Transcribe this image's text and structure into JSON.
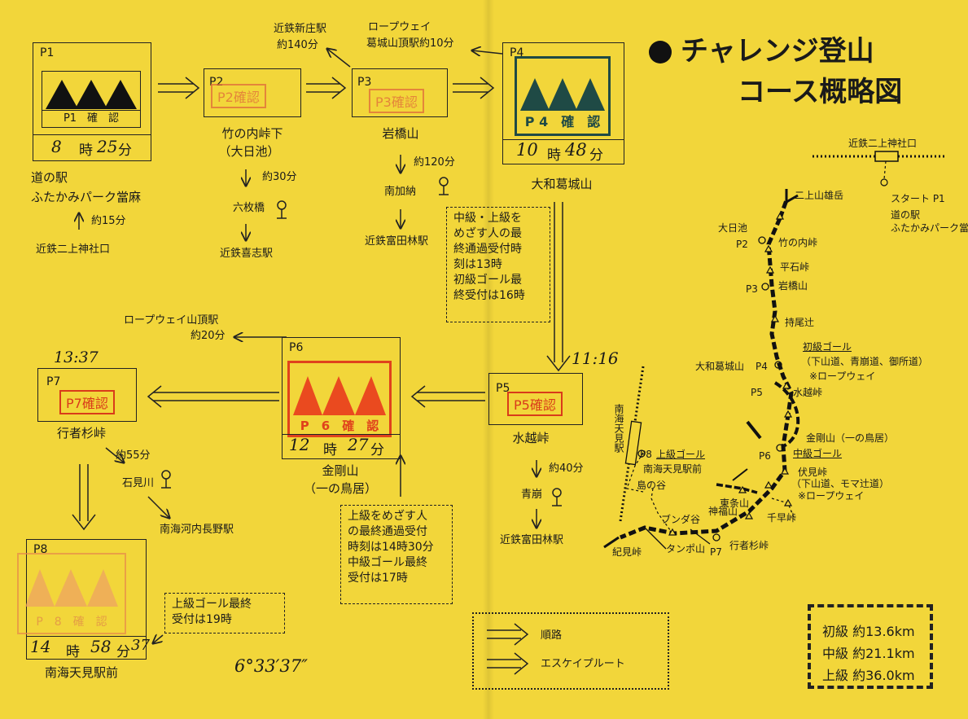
{
  "title": {
    "line1": "チャレンジ登山",
    "line2": "コース概略図"
  },
  "p1": {
    "label": "P1",
    "confirm": "P1　確　認",
    "time": "時",
    "min": "分",
    "hand_hour": "8",
    "hand_min": "25",
    "name1": "道の駅",
    "name2": "ふたかみパーク當麻",
    "from_dist": "約15分",
    "from_station": "近鉄二上神社口"
  },
  "p2": {
    "label": "P2",
    "stamp": "P2確認",
    "name1": "竹の内峠下",
    "name2": "（大日池）",
    "dist": "約30分",
    "via": "六枚橋",
    "station": "近鉄喜志駅"
  },
  "p3": {
    "label": "P3",
    "stamp": "P3確認",
    "name": "岩橋山",
    "dist": "約120分",
    "via": "南加納",
    "station": "近鉄富田林駅",
    "up1": "近鉄新庄駅",
    "up1_dist": "約140分",
    "up2a": "ロープウェイ",
    "up2b": "葛城山頂駅約10分"
  },
  "p4": {
    "label": "P4",
    "confirm": "P 4　確　認",
    "time": "時",
    "min": "分",
    "hand_hour": "10",
    "hand_min": "48",
    "name": "大和葛城山"
  },
  "note_mid": [
    "中級・上級を",
    "めざす人の最",
    "終通過受付時",
    "刻は13時",
    "初級ゴール最",
    "終受付は16時"
  ],
  "p5": {
    "label": "P5",
    "stamp": "P5確認",
    "name": "水越峠",
    "dist": "約40分",
    "via": "青崩",
    "station": "近鉄富田林駅",
    "hand": "11:16"
  },
  "p6": {
    "label": "P6",
    "confirm": "P　6　確　認",
    "time": "時",
    "min": "分",
    "hand_hour": "12",
    "hand_min": "27",
    "name1": "金剛山",
    "name2": "（一の鳥居）",
    "rope1": "ロープウェイ山頂駅",
    "rope2": "約20分"
  },
  "note_high": [
    "上級をめざす人",
    "の最終通過受付",
    "時刻は14時30分",
    "中級ゴール最終",
    "受付は17時"
  ],
  "p7": {
    "label": "P7",
    "stamp": "P7確認",
    "name": "行者杉峠",
    "dist": "約55分",
    "via": "石見川",
    "station": "南海河内長野駅",
    "hand": "13:37"
  },
  "p8": {
    "label": "P8",
    "confirm": "P　8　確　認",
    "time": "時",
    "min": "分",
    "hand_hour": "14",
    "hand_min": "58",
    "hand_sec": "37",
    "name": "南海天見駅前"
  },
  "note_p8": [
    "上級ゴール最終",
    "受付は19時"
  ],
  "hand_bottom": "6°33′37″",
  "legend": {
    "route": "順路",
    "escape": "エスケイプルート"
  },
  "levels": [
    "初級 約13.6km",
    "中級 約21.1km",
    "上級 約36.0km"
  ],
  "map": {
    "top_station": "近鉄二上神社口",
    "start": "スタート P1",
    "start2": "道の駅",
    "start3": "ふたかみパーク當麻",
    "nijo": "二上山雄岳",
    "oohi": "大日池",
    "p2": "P2",
    "takenouchi": "竹の内峠",
    "hiraishi": "平石峠",
    "p3": "P3",
    "iwahashi": "岩橋山",
    "jio": "持尾辻",
    "beginner_goal": "初級ゴール",
    "bg_note1": "（下山道、青崩道、御所道）",
    "bg_note2": "※ロープウェイ",
    "katsuragi": "大和葛城山",
    "p4": "P4",
    "p5": "P5",
    "mizukoshi": "水越峠",
    "kongo": "金剛山（一の鳥居）",
    "p6": "P6",
    "mid_goal": "中級ゴール",
    "fushimi": "伏見峠",
    "fushimi_note": "（下山道、モマ辻道）",
    "rope": "※ロープウェイ",
    "nankai": "南海天見駅",
    "p8": "P8",
    "adv_goal": "上級ゴール",
    "amami": "南海天見駅前",
    "shimanotani": "島の谷",
    "tojo": "東条山",
    "kamifuku": "神福山",
    "chihaya": "千早峠",
    "bunda": "ブンダ谷",
    "p7": "P7",
    "gyoja": "行者杉峠",
    "tanpo": "タンポ山",
    "kimi": "紀見峠"
  }
}
